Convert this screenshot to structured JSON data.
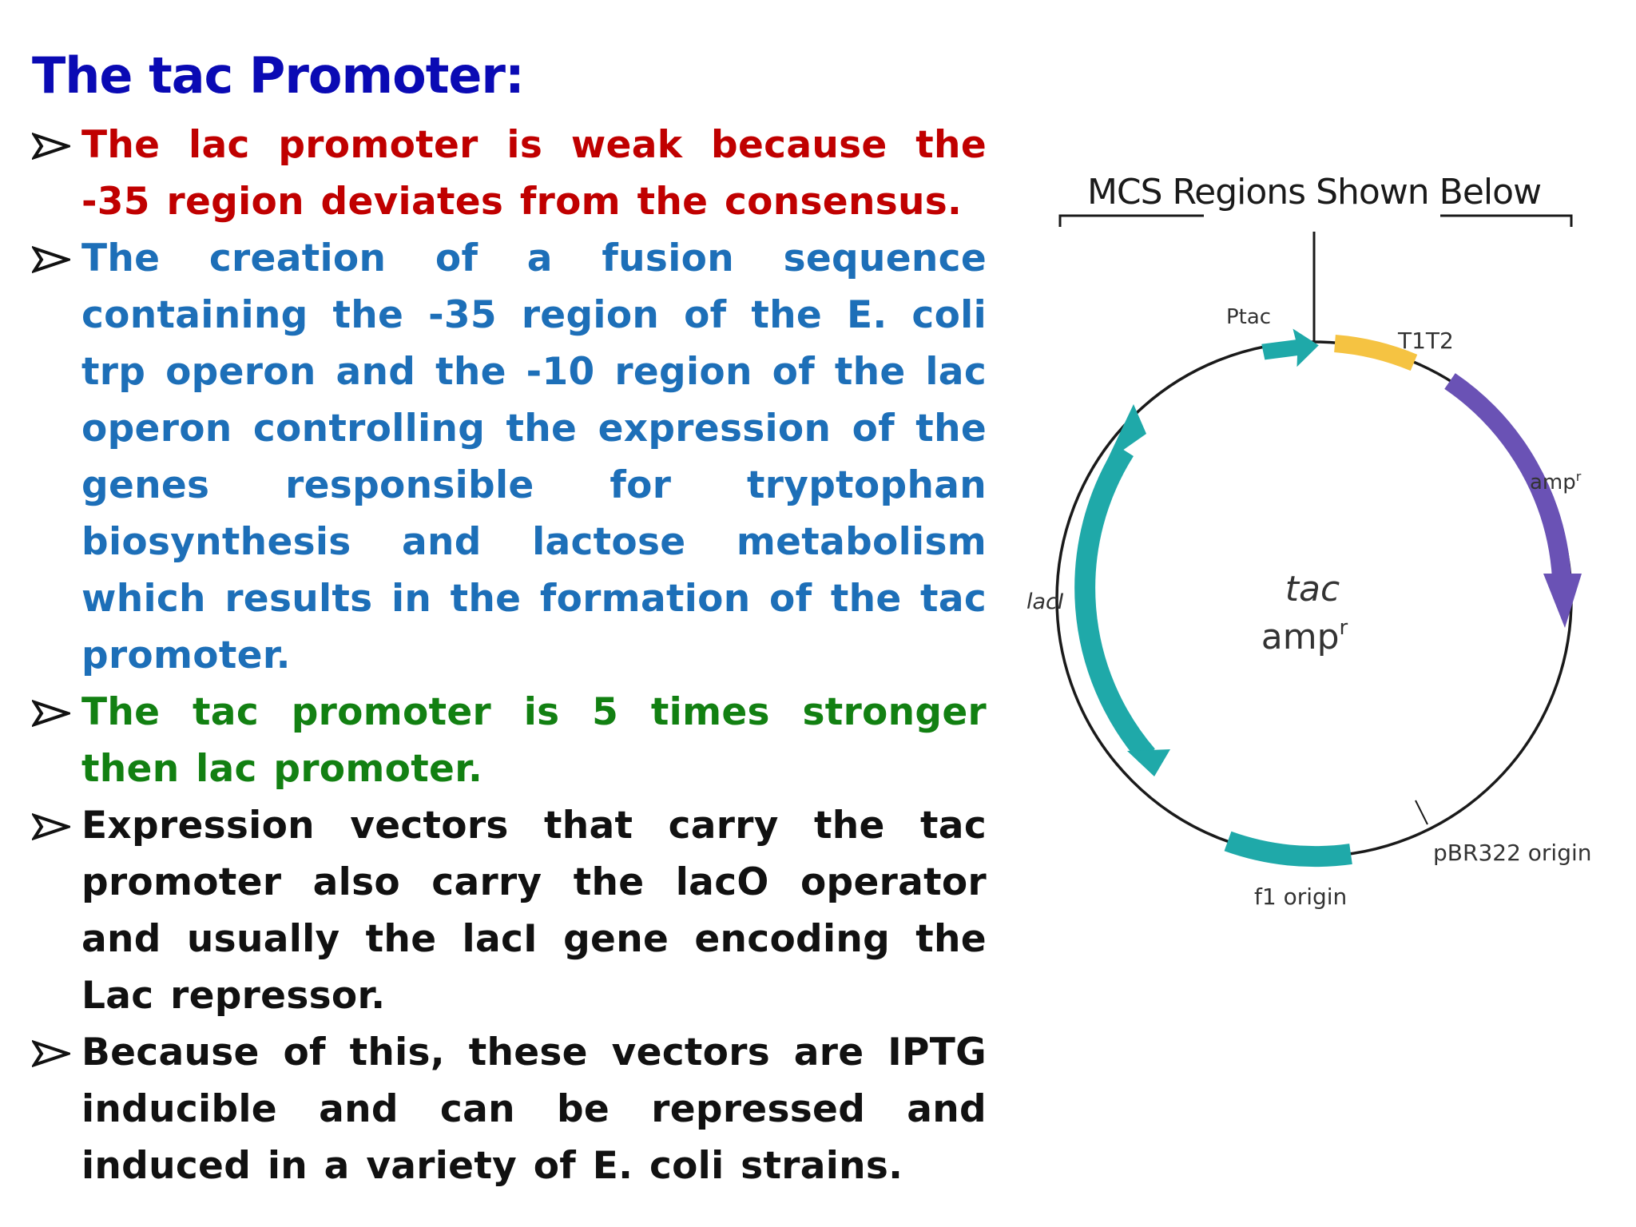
{
  "slide": {
    "title": "The tac Promoter:",
    "bullets": [
      {
        "text": "The lac promoter is weak because the -35 region deviates from the consensus.",
        "color": "#c00000"
      },
      {
        "text": "The creation of a fusion sequence containing the -35 region of the E. coli trp operon and the -10 region of the lac operon controlling the expression of the genes responsible for tryptophan biosynthesis and lactose metabolism which results in the formation of the tac promoter.",
        "color": "#1d6fb8"
      },
      {
        "text": "The tac promoter is 5 times stronger then lac promoter.",
        "color": "#128012"
      },
      {
        "text": "Expression vectors that carry the tac promoter also carry the lacO operator and usually the lacI gene encoding the Lac repressor.",
        "color": "#111111"
      },
      {
        "text": "Because of this, these vectors are IPTG inducible and can be repressed and induced in a variety of E. coli strains.",
        "color": "#111111"
      }
    ],
    "bullet_icon": "arrowhead-bullet-icon"
  },
  "plasmid_map": {
    "mcs_label": "MCS Regions Shown Below",
    "center_line1": "tac",
    "center_line2": "amp",
    "center_superscript": "r",
    "features": {
      "ptac": "Ptac",
      "t1t2": "T1T2",
      "ampr": "amp",
      "ampr_superscript": "r",
      "laci": "lacI",
      "f1_origin": "f1 origin",
      "pbr322_origin": "pBR322 origin"
    },
    "colors": {
      "teal": "#1fa9a9",
      "yellow": "#f5c342",
      "purple": "#6a52b5",
      "backbone": "#1a1a1a"
    }
  }
}
